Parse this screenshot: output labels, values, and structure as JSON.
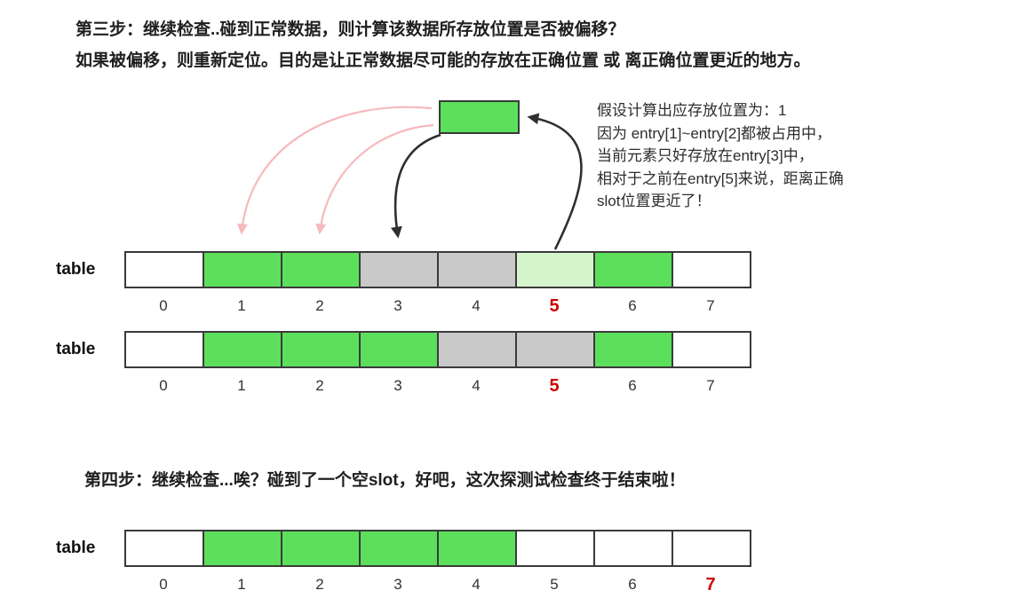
{
  "colors": {
    "white": "#ffffff",
    "green": "#5ce05c",
    "pale_green": "#d6f5cd",
    "gray": "#c9c9c9",
    "border": "#3a3a3a",
    "red": "#cc0000",
    "black_arrow": "#2f2f2f",
    "pink_arrow": "#f6b9bd",
    "text": "#1f1f1f"
  },
  "step3": {
    "title_line1": "第三步：继续检查..碰到正常数据，则计算该数据所存放位置是否被偏移？",
    "title_line2": "如果被偏移，则重新定位。目的是让正常数据尽可能的存放在正确位置 或 离正确位置更近的地方。",
    "annotation_lines": [
      "假设计算出应存放位置为：1",
      "因为 entry[1]~entry[2]都被占用中，",
      "当前元素只好存放在entry[3]中，",
      "相对于之前在entry[5]来说，距离正确",
      "slot位置更近了！"
    ]
  },
  "step4": {
    "title": "第四步：继续检查...唉？碰到了一个空slot，好吧，这次探测试检查终于结束啦！"
  },
  "tables": [
    {
      "label": "table",
      "cells": [
        "white",
        "green",
        "green",
        "gray",
        "gray",
        "pale_green",
        "green",
        "white"
      ],
      "indices": [
        "0",
        "1",
        "2",
        "3",
        "4",
        "5",
        "6",
        "7"
      ],
      "highlight_index": 5
    },
    {
      "label": "table",
      "cells": [
        "white",
        "green",
        "green",
        "green",
        "gray",
        "gray",
        "green",
        "white"
      ],
      "indices": [
        "0",
        "1",
        "2",
        "3",
        "4",
        "5",
        "6",
        "7"
      ],
      "highlight_index": 5
    },
    {
      "label": "table",
      "cells": [
        "white",
        "green",
        "green",
        "green",
        "green",
        "white",
        "white",
        "white"
      ],
      "indices": [
        "0",
        "1",
        "2",
        "3",
        "4",
        "5",
        "6",
        "7"
      ],
      "highlight_index": 7
    }
  ]
}
